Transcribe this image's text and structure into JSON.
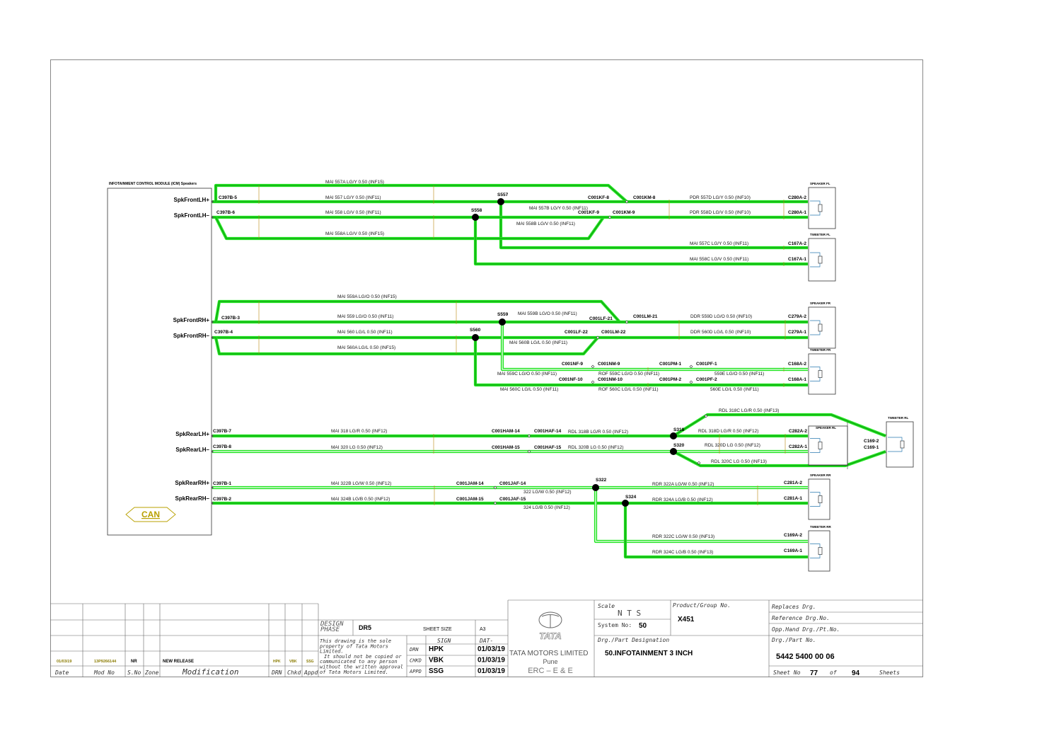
{
  "module": {
    "title": "INFOTAINMENT CONTROL MODULE (ICM) Speakers",
    "can_label": "CAN",
    "pins": [
      "SpkFrontLH+",
      "SpkFrontLH–",
      "SpkFrontRH+",
      "SpkFrontRH–",
      "SpkRearLH+",
      "SpkRearLH–",
      "SpkRearRH+",
      "SpkRearRH–"
    ]
  },
  "devices": [
    "SPEAKER  FL",
    "TWEETER FL",
    "SPEAKER FR",
    "TWEETER FR",
    "SPEAKER RL",
    "TWEETER RL",
    "SPEAKER RR",
    "TWEETER RR"
  ],
  "connectors": [
    "C397B-5",
    "C397B-6",
    "C397B-3",
    "C397B-4",
    "C397B-7",
    "C397B-8",
    "C397B-1",
    "C397B-2",
    "C001KF-8",
    "C001KF-9",
    "C001KM-8",
    "C001KM-9",
    "C280A-2",
    "C280A-1",
    "C167A-2",
    "C167A-1",
    "C001LF-21",
    "C001LF-22",
    "C001LM-21",
    "C001LM-22",
    "C279A-2",
    "C279A-1",
    "C001NF-9",
    "C001NF-10",
    "C001NM-9",
    "C001NM-10",
    "C001PM-1",
    "C001PM-2",
    "C001PF-1",
    "C001PF-2",
    "C168A-2",
    "C168A-1",
    "C001HAM-14",
    "C001HAM-15",
    "C001HAF-14",
    "C001HAF-15",
    "C282A-2",
    "C282A-1",
    "C169-2",
    "C169-1",
    "C001JAM-14",
    "C001JAM-15",
    "C001JAF-14",
    "C001JAF-15",
    "C281A-2",
    "C281A-1",
    "C169A-2",
    "C169A-1"
  ],
  "splices": [
    "S557",
    "S558",
    "S559",
    "S560",
    "S318",
    "S320",
    "S322",
    "S324"
  ],
  "wire_labels": [
    "MAI      557A   LG/Y   0.50   (INF15)",
    "MAI      557   LG/Y   0.50   (INF11)",
    "MAI      558   LG/V   0.50   (INF11)",
    "MAI      558A   LG/V   0.50   (INF15)",
    "MAI   557B   LG/Y   0.50   (INF11)",
    "MAI   558B   LG/V   0.50   (INF11)",
    "PDR   557D   LG/Y   0.50   (INF10)",
    "PDR   558D   LG/V   0.50   (INF10)",
    "MAI   557C   LG/Y   0.50   (INF11)",
    "MAI   558C   LG/V   0.50   (INF11)",
    "MAI   559A   LG/O   0.50   (INF15)",
    "MAI   559   LG/O   0.50   (INF11)",
    "MAI   559B   LG/O   0.50   (INF11)",
    "MAI   560   LG/L   0.50   (INF11)",
    "MAI   560A   LG/L   0.50   (INF15)",
    "MAI   560B   LG/L   0.50   (INF11)",
    "DDR   559D   LG/O   0.50   (INF10)",
    "DDR   560D   LG/L   0.50   (INF10)",
    "MAI   559C   LG/O   0.50   (INF11)",
    "MAI   560C   LG/L   0.50   (INF11)",
    "ROF      559C   LG/O   0.50   (INF11)",
    "ROF      560C   LG/L   0.50   (INF11)",
    "559E   LG/O   0.50   (INF11)",
    "560E   LG/L   0.50   (INF11)",
    "MAI      318   LG/R   0.50   (INF12)",
    "MAI      320   LG   0.50   (INF12)",
    "RDL      318B   LG/R   0.50   (INF12)",
    "RDL      320B   LG   0.50   (INF12)",
    "RDL      318C   LG/R   0.50   (INF13)",
    "RDL      318D   LG/R   0.50   (INF12)",
    "RDL      320D   LG   0.50   (INF12)",
    "RDL      320C   LG   0.50   (INF13)",
    "MAI      322B   LG/W   0.50   (INF12)",
    "MAI      324B   LG/B   0.50   (INF12)",
    "322   LG/W   0.50   (INF12)",
    "324   LG/B   0.50   (INF12)",
    "RDR      322A   LG/W   0.50   (INF12)",
    "RDR      324A   LG/B   0.50   (INF12)",
    "RDR      322C   LG/W   0.50   (INF13)",
    "RDR      324C   LG/B   0.50   (INF13)"
  ],
  "title_block": {
    "revision": {
      "date": "01/03/19",
      "mod_no": "13P9266144",
      "s_no": "NR",
      "modification": "NEW RELEASE",
      "drn": "HPK",
      "chkd": "VBK",
      "appd": "SSG"
    },
    "rev_headers": [
      "Date",
      "Mod No",
      "S.No",
      "Zone",
      "Modification",
      "DRN",
      "Chkd",
      "Appd"
    ],
    "design_phase_label": "DESIGN PHASE",
    "design_phase": "DR5",
    "sheet_size_label": "SHEET SIZE",
    "sheet_size": "A3",
    "sign_label": "SIGN",
    "date_label": "DAT-",
    "notice": [
      "This drawing is the sole",
      "property of Tata Motors",
      "Limited.",
      "It should not be copied or",
      "communicated to any person",
      "without the written approval",
      "of Tata Motors Limited."
    ],
    "roles": [
      {
        "role": "DRN",
        "sign": "HPK",
        "date": "01/03/19"
      },
      {
        "role": "CHKD",
        "sign": "VBK",
        "date": "01/03/19"
      },
      {
        "role": "APPD",
        "sign": "SSG",
        "date": "01/03/19"
      }
    ],
    "company": "TATA MOTORS LIMITED",
    "logo_word": "TATA",
    "city": "Pune",
    "dept": "ERC  –  E & E",
    "scale_label": "Scale",
    "scale": "N T S",
    "product_group_label": "Product/Group No.",
    "product_group": "X451",
    "system_no_label": "System No:",
    "system_no": "50",
    "designation_label": "Drg./Part Designation",
    "designation": "50.INFOTAINMENT 3 INCH",
    "replaces_label": "Replaces Drg.",
    "reference_label": "Reference Drg.No.",
    "opp_hand_label": "Opp.Hand Drg./Pt.No.",
    "part_no_label": "Drg./Part No.",
    "part_no": "5442 5400 00 06",
    "sheet_no_label": "Sheet No",
    "sheet_no": "77",
    "of_label": "of",
    "sheets_total": "94",
    "sheets_label": "Sheets"
  },
  "colors": {
    "wire": "#22e522",
    "wire_dark": "#0a7a0a",
    "trace": "#1a1a1a"
  }
}
